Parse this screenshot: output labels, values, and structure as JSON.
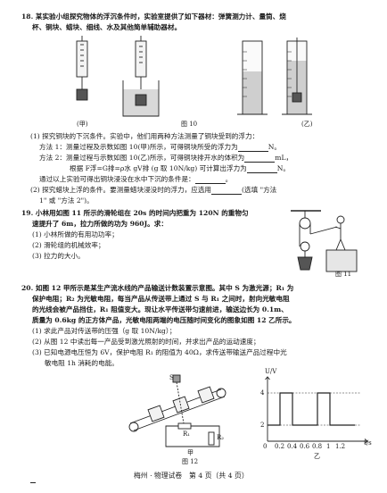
{
  "q18": {
    "l1": "18. 某实验小组探究物体的浮沉条件时，实验室提供了如下器材：弹簧测力计、量筒、烧",
    "l2": "杯、铜块、蜡块、细线、水及其他简单辅助器材。",
    "fig": "图 10",
    "fig_a": "(甲)",
    "fig_b": "(乙)",
    "p1": "(1) 探究铜块的下沉条件。实验中，他们用两种方法测量了铜块受到的浮力：",
    "p2": "方法 1：测量过程及示数如图 10(甲)所示，可得铜块所受的浮力为",
    "p2u": "N。",
    "p3": "方法 2：测量过程与示数如图 10(乙)所示，可得铜块排开水的体积为",
    "p3u": "mL，",
    "p4": "根据 F浮=G排=ρ水 gV排 (g 取 10N/kg) 可计算出浮力为",
    "p4u": "N。",
    "p5": "通过以上实验可得出铜块浸没在水中下沉的条件是：",
    "p5u": "。",
    "p6": "(2) 探究蜡块上浮的条件。要测量蜡块浸没时的浮力，应选用",
    "p6u": "(选填 \"方法",
    "p7": "1\" 或 \"方法 2\")。"
  },
  "q19": {
    "l1": "19. 小林用如图 11 所示的滑轮组在 20s 的时间内把重为 120N 的重物匀",
    "l2": "速提升了 6m，拉力所做的功为 960J。求：",
    "i1": "(1) 小林所做的有用功功率；",
    "i2": "(2) 滑轮组的机械效率；",
    "i3": "(3) 拉力的大小。",
    "fig": "图 11"
  },
  "q20": {
    "l1": "20. 如图 12 甲所示是某生产流水线的产品输送计数装置示意图。其中 S 为激光源；R₁ 为",
    "l2": "保护电阻；R₂ 为光敏电阻，每当产品从传送带上通过 S 与 R₁ 之间时，射向光敏电阻",
    "l3": "的光线会被产品挡住，R₁ 阻值变大。现让水平传送带匀速前进，输送边长为 0.1m、",
    "l4": "质量为 0.6kg 的正方体产品，光敏电阻两端的电压随时间变化的图象如图 12 乙所示。",
    "l5": "(1) 求此产品对传送带的压强（g 取 10N/kg）；",
    "l6": "(2) 从图 12 中读出每一产品受到激光照射的时间，并求出产品的运动速度；",
    "l7": "(3) 已知电源电压恒为 6V，保护电阻 R₁ 的阻值为 40Ω，求传送带输送产品过程中光",
    "l8": "敏电阻 1h 消耗的电能。",
    "fig": "图 12",
    "fig_a": "甲",
    "fig_b": "乙",
    "lbl_s": "S",
    "lbl_r1": "R₁",
    "lbl_r2": "R₂",
    "y_label": "U/V",
    "y_tick": "4",
    "y_tick2": "2",
    "x_label": "t/s",
    "x_ticks": [
      "0",
      "0.2",
      "0.4",
      "0.6",
      "0.8",
      "1",
      "1.2"
    ]
  },
  "footer": {
    "text": "梅州 · 物理试卷　第 4 页（共 4 页）"
  }
}
